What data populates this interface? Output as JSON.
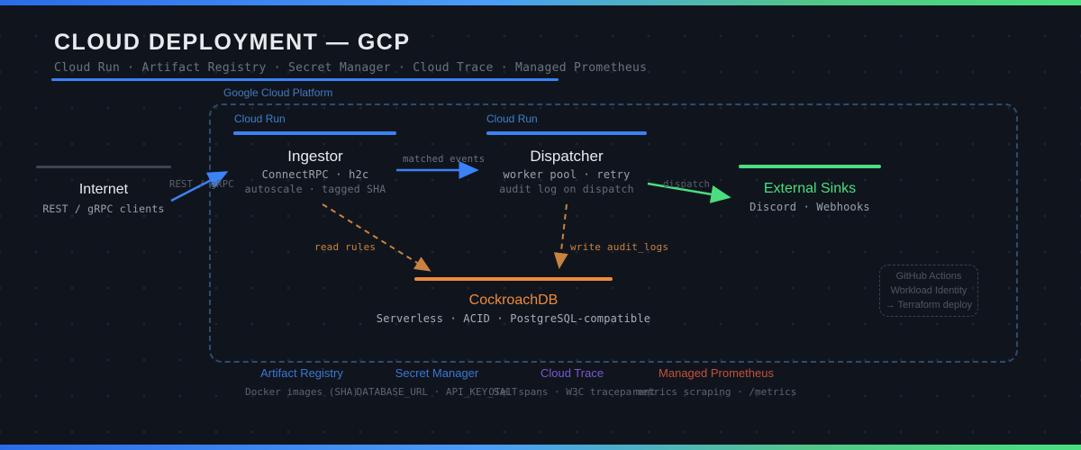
{
  "colors": {
    "bg": "#10151d",
    "accent_blue": "#3b82f6",
    "accent_green": "#4ade80",
    "accent_orange": "#ef8a3d",
    "accent_purple": "#7a57d1",
    "accent_red": "#c5503a",
    "gcp_border": "#2e4a6e"
  },
  "header": {
    "title": "CLOUD DEPLOYMENT — GCP",
    "subtitle": "Cloud Run · Artifact Registry · Secret Manager · Cloud Trace · Managed Prometheus"
  },
  "gcp": {
    "label": "Google Cloud Platform"
  },
  "nodes": {
    "internet": {
      "title": "Internet",
      "sub": "REST / gRPC clients"
    },
    "ingestor": {
      "badge": "Cloud Run",
      "title": "Ingestor",
      "sub1": "ConnectRPC · h2c",
      "sub2": "autoscale · tagged SHA"
    },
    "dispatcher": {
      "badge": "Cloud Run",
      "title": "Dispatcher",
      "sub1": "worker pool · retry",
      "sub2": "audit log on dispatch"
    },
    "external_sinks": {
      "title": "External Sinks",
      "sub": "Discord · Webhooks"
    },
    "cockroachdb": {
      "title": "CockroachDB",
      "sub": "Serverless · ACID · PostgreSQL-compatible"
    }
  },
  "edges": {
    "ingress": "REST / gRPC",
    "matched": "matched events",
    "dispatch": "dispatch",
    "read_rules": "read rules",
    "write_audit": "write audit_logs"
  },
  "ci_box": {
    "lines": [
      "GitHub Actions",
      "Workload Identity",
      "→ Terraform deploy"
    ]
  },
  "services": [
    {
      "name": "Artifact Registry",
      "detail": "Docker images (SHA)"
    },
    {
      "name": "Secret Manager",
      "detail": "DATABASE_URL · API_KEY_SALT"
    },
    {
      "name": "Cloud Trace",
      "detail": "OTel spans · W3C traceparent"
    },
    {
      "name": "Managed Prometheus",
      "detail": "metrics scraping · /metrics"
    }
  ]
}
